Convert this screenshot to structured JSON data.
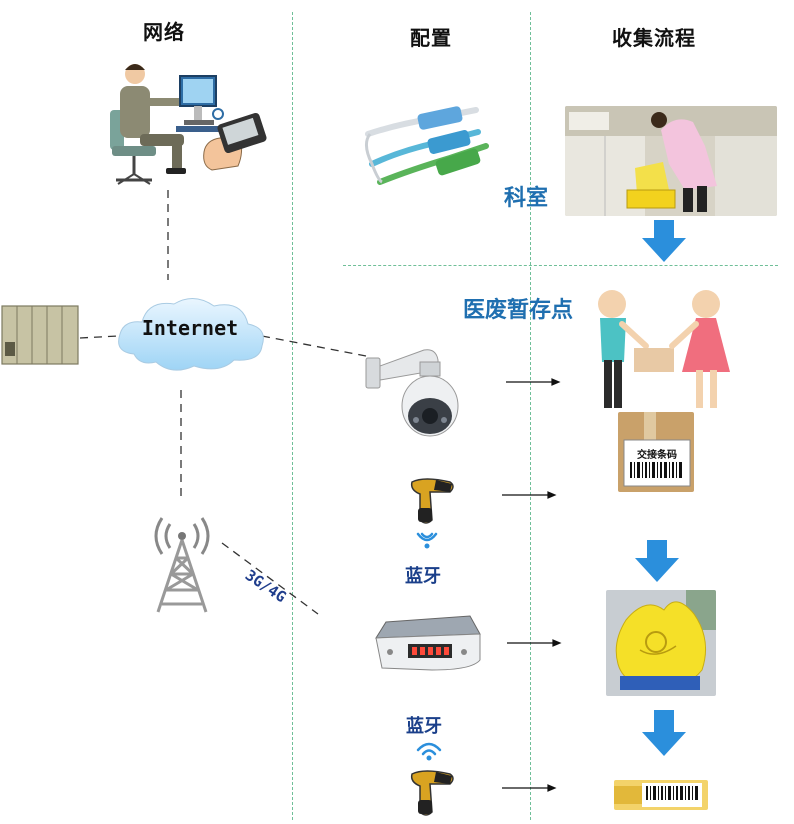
{
  "columns": {
    "network": "网络",
    "config": "配置",
    "process": "收集流程"
  },
  "network": {
    "internet_label": "Internet",
    "mobile_label": "3G/4G"
  },
  "process": {
    "dept_label": "科室",
    "storage_label": "医废暂存点",
    "barcode_card_text": "交接条码"
  },
  "config": {
    "bluetooth_label_1": "蓝牙",
    "bluetooth_label_2": "蓝牙"
  },
  "colors": {
    "divider": "#6fbf98",
    "flow_arrow": "#2b8fdc",
    "label_blue": "#1f6fb0"
  }
}
